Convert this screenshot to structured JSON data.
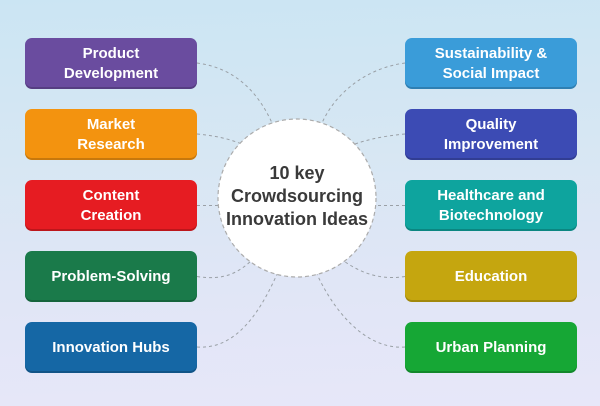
{
  "center": {
    "line1": "10 key",
    "line2": "Crowdsourcing",
    "line3": "Innovation Ideas"
  },
  "left_items": [
    {
      "id": "product-development",
      "label": "Product\nDevelopment",
      "color": "#6A4C9F"
    },
    {
      "id": "market-research",
      "label": "Market\nResearch",
      "color": "#F3930F"
    },
    {
      "id": "content-creation",
      "label": "Content\nCreation",
      "color": "#E61C22"
    },
    {
      "id": "problem-solving",
      "label": "Problem-Solving",
      "color": "#1A7A4A"
    },
    {
      "id": "innovation-hubs",
      "label": "Innovation Hubs",
      "color": "#1567A5"
    }
  ],
  "right_items": [
    {
      "id": "sustainability-social-impact",
      "label": "Sustainability &\nSocial Impact",
      "color": "#3A9CD9"
    },
    {
      "id": "quality-improvement",
      "label": "Quality\nImprovement",
      "color": "#3C4BB4"
    },
    {
      "id": "healthcare-biotechnology",
      "label": "Healthcare and\nBiotechnology",
      "color": "#0EA49E"
    },
    {
      "id": "education",
      "label": "Education",
      "color": "#C5A60F"
    },
    {
      "id": "urban-planning",
      "label": "Urban Planning",
      "color": "#16A735"
    }
  ],
  "styles": {
    "connector_color": "#9AA0A6",
    "circle_border_color": "#ABABAB",
    "circle_fill_color": "#FFFFFF",
    "title_color": "#3A3A3A"
  }
}
